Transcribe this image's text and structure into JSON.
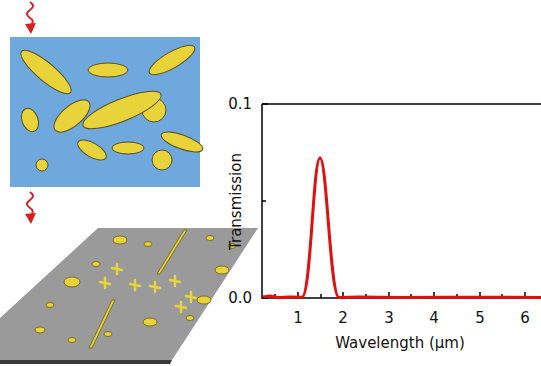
{
  "diagram": {
    "labels": [
      "0.1",
      "0.0",
      "Transmission",
      "1",
      "2",
      "3",
      "4",
      "5",
      "6",
      "Wavelength (μm)"
    ]
  }
}
